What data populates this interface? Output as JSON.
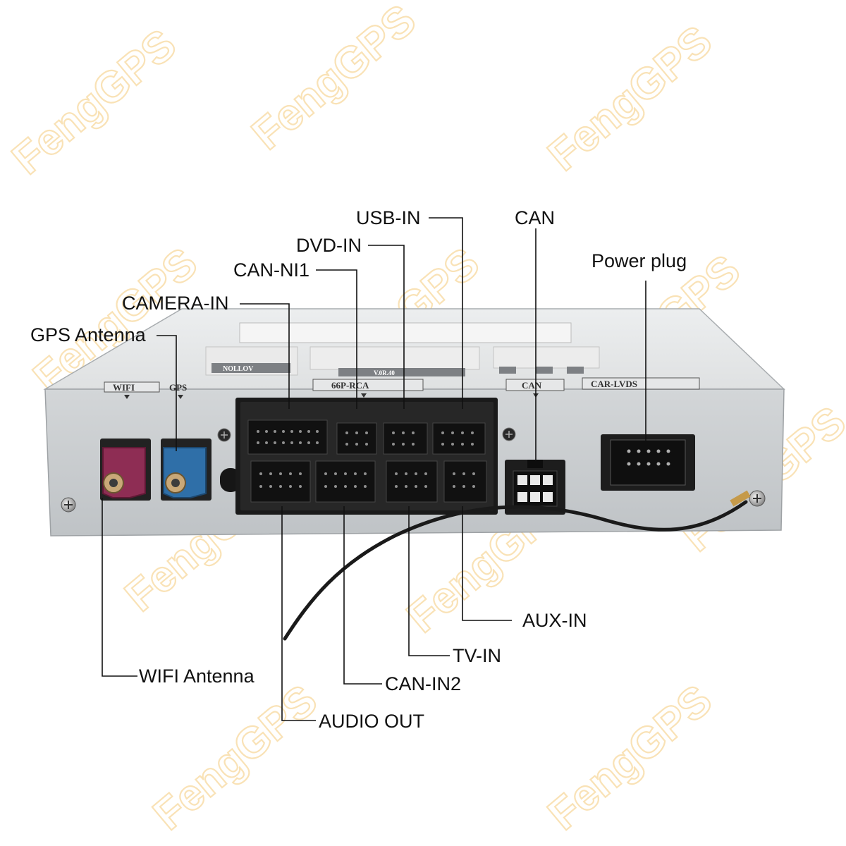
{
  "watermark": {
    "brand": "FengGPS",
    "color": "#f6cf86"
  },
  "device": {
    "panel_labels": {
      "wifi": "WIFI",
      "gps": "GPS",
      "rca": "66P-RCA",
      "can": "CAN",
      "car_lvds": "CAR-LVDS"
    },
    "sticker_text": {
      "model_tag": "NOLLOV",
      "version_tag": "V.0R.40"
    },
    "connector_colors": {
      "wifi_fakra": "#8e2d54",
      "gps_fakra": "#2f6fa8",
      "housing": "#1c1c1c",
      "case": "#c9ccce"
    }
  },
  "callouts": {
    "usb_in": "USB-IN",
    "can_top": "CAN",
    "dvd_in": "DVD-IN",
    "power_plug": "Power plug",
    "can_ni1": "CAN-NI1",
    "camera_in": "CAMERA-IN",
    "gps_antenna": "GPS Antenna",
    "aux_in": "AUX-IN",
    "tv_in": "TV-IN",
    "wifi_antenna": "WIFI Antenna",
    "can_in2": "CAN-IN2",
    "audio_out": "AUDIO OUT"
  }
}
